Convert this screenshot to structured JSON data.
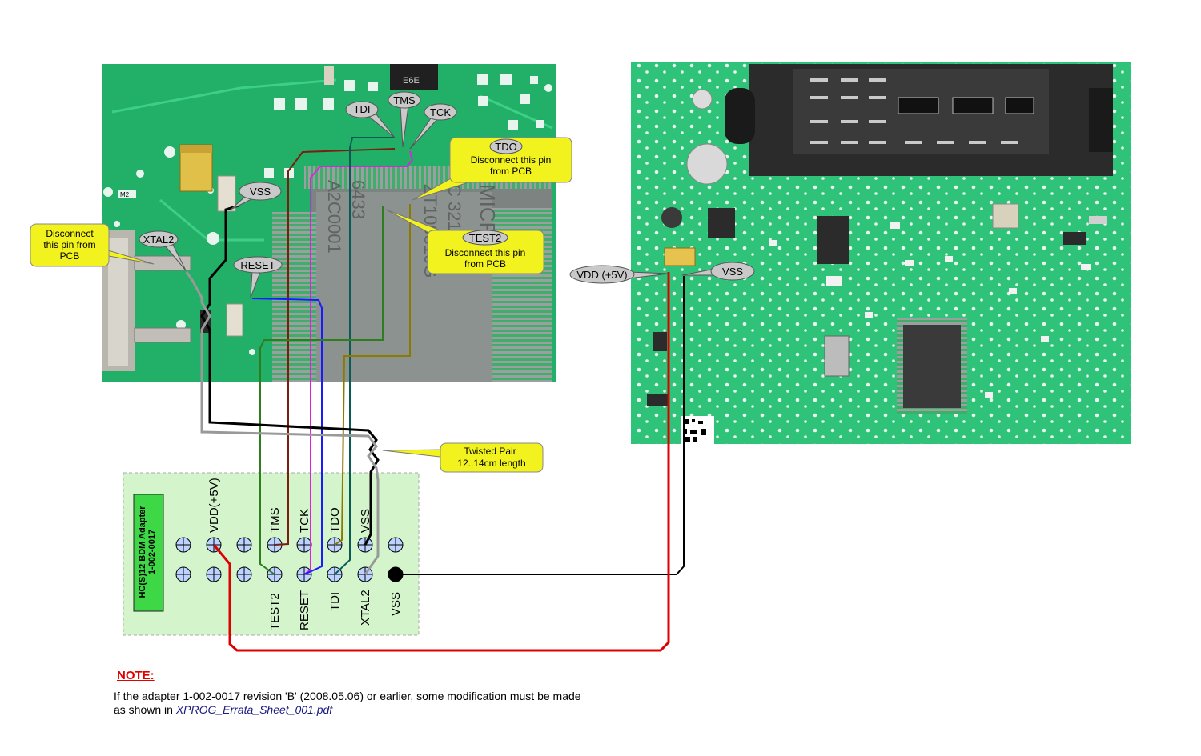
{
  "left_pcb": {
    "chip_marking_lines": [
      "MICRON",
      "C 32176",
      "ZT100810G",
      "6433",
      "A2C0001"
    ]
  },
  "pin_labels": {
    "tdi": "TDI",
    "tms": "TMS",
    "tck": "TCK",
    "tdo": "TDO",
    "test2": "TEST2",
    "vss_left": "VSS",
    "xtal2": "XTAL2",
    "reset": "RESET",
    "vdd_right": "VDD (+5V)",
    "vss_right": "VSS"
  },
  "callouts": {
    "tdo_disconnect": [
      "Disconnect this pin",
      "from PCB"
    ],
    "test2_disconnect": [
      "Disconnect this pin",
      "from PCB"
    ],
    "xtal2_disconnect": [
      "Disconnect",
      "this pin from",
      "PCB"
    ],
    "twisted_pair": [
      "Twisted Pair",
      "12..14cm  length"
    ]
  },
  "adapter": {
    "title_lines": [
      "HC(S)12 BDM Adapter",
      "1-002-0017"
    ],
    "top_labels": [
      "VDD(+5V)",
      "TMS",
      "TCK",
      "TDO",
      "VSS"
    ],
    "bottom_labels": [
      "TEST2",
      "RESET",
      "TDI",
      "XTAL2",
      "VSS"
    ]
  },
  "wire_colors": {
    "tms": "#7a1e10",
    "tck": "#e020e0",
    "tdo": "#8a7a00",
    "tdi": "#0a5a55",
    "test2": "#2e7d1e",
    "reset": "#1a1aff",
    "vss": "#000000",
    "xtal2": "#999999",
    "vdd": "#dd0000"
  },
  "note": {
    "title": "NOTE:",
    "line1": "If the adapter 1-002-0017 revision 'B' (2008.05.06) or earlier, some modification must be made",
    "line2_prefix": "as shown in ",
    "line2_link": "XPROG_Errata_Sheet_001.pdf"
  }
}
